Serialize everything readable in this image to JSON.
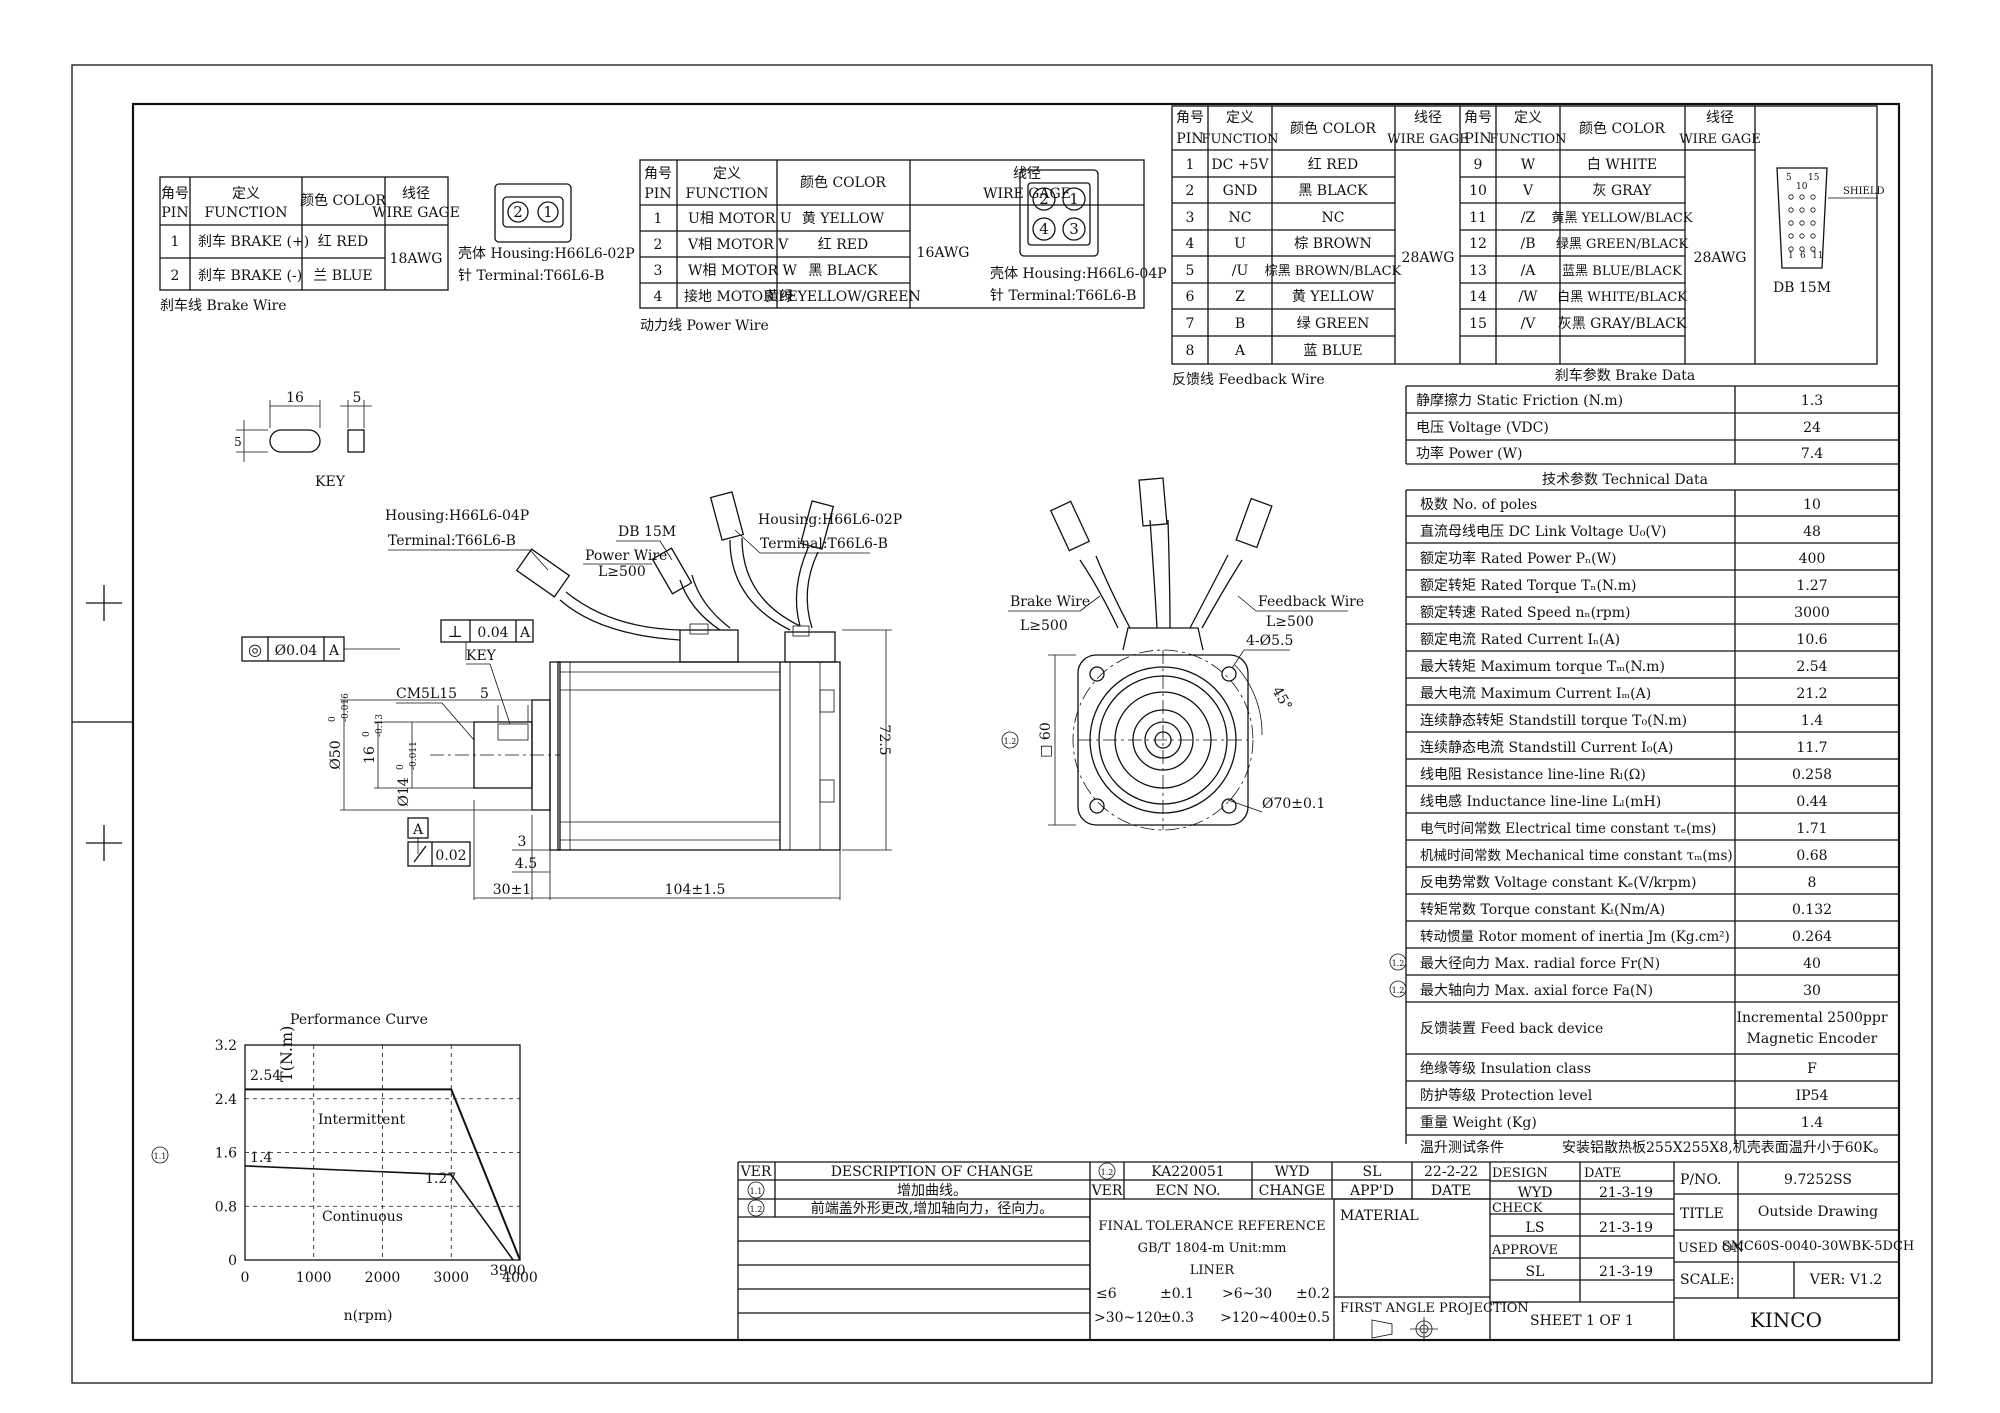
{
  "brake_wire": {
    "headers": [
      "角号",
      "PIN",
      "定义",
      "FUNCTION",
      "颜色 COLOR",
      "线径",
      "WIRE GAGE"
    ],
    "rows": [
      {
        "pin": "1",
        "func": "刹车 BRAKE (+)",
        "color": "红 RED"
      },
      {
        "pin": "2",
        "func": "刹车 BRAKE (-)",
        "color": "兰 BLUE"
      }
    ],
    "gage": "18AWG",
    "connector_pins": [
      "2",
      "1"
    ],
    "housing": "壳体 Housing:H66L6-02P",
    "terminal": "针 Terminal:T66L6-B",
    "caption": "刹车线 Brake Wire"
  },
  "power_wire": {
    "headers": [
      "角号",
      "PIN",
      "定义",
      "FUNCTION",
      "颜色 COLOR",
      "线径",
      "WIRE GAGE"
    ],
    "rows": [
      {
        "pin": "1",
        "func": "U相 MOTOR U",
        "color": "黄 YELLOW"
      },
      {
        "pin": "2",
        "func": "V相 MOTOR V",
        "color": "红 RED"
      },
      {
        "pin": "3",
        "func": "W相 MOTOR W",
        "color": "黑 BLACK"
      },
      {
        "pin": "4",
        "func": "接地 MOTOR PE",
        "color": "黄绿 YELLOW/GREEN"
      }
    ],
    "gage": "16AWG",
    "connector_pins": [
      "2",
      "1",
      "4",
      "3"
    ],
    "housing": "壳体 Housing:H66L6-04P",
    "terminal": "针 Terminal:T66L6-B",
    "caption": "动力线 Power Wire"
  },
  "feedback_wire": {
    "headers": [
      "角号",
      "PIN",
      "定义",
      "FUNCTION",
      "颜色 COLOR",
      "线径",
      "WIRE GAGE"
    ],
    "left_rows": [
      {
        "pin": "1",
        "func": "DC +5V",
        "color": "红 RED"
      },
      {
        "pin": "2",
        "func": "GND",
        "color": "黑 BLACK"
      },
      {
        "pin": "3",
        "func": "NC",
        "color": "NC"
      },
      {
        "pin": "4",
        "func": "U",
        "color": "棕 BROWN"
      },
      {
        "pin": "5",
        "func": "/U",
        "color": "棕黑 BROWN/BLACK"
      },
      {
        "pin": "6",
        "func": "Z",
        "color": "黄 YELLOW"
      },
      {
        "pin": "7",
        "func": "B",
        "color": "绿 GREEN"
      },
      {
        "pin": "8",
        "func": "A",
        "color": "蓝 BLUE"
      }
    ],
    "right_rows": [
      {
        "pin": "9",
        "func": "W",
        "color": "白 WHITE"
      },
      {
        "pin": "10",
        "func": "V",
        "color": "灰 GRAY"
      },
      {
        "pin": "11",
        "func": "/Z",
        "color": "黄黑 YELLOW/BLACK"
      },
      {
        "pin": "12",
        "func": "/B",
        "color": "绿黑 GREEN/BLACK"
      },
      {
        "pin": "13",
        "func": "/A",
        "color": "蓝黑 BLUE/BLACK"
      },
      {
        "pin": "14",
        "func": "/W",
        "color": "白黑 WHITE/BLACK"
      },
      {
        "pin": "15",
        "func": "/V",
        "color": "灰黑 GRAY/BLACK"
      }
    ],
    "gage": "28AWG",
    "connector_label": "DB 15M",
    "shield_label": "SHIELD",
    "pin_labels": [
      "5",
      "10",
      "15",
      "1",
      "6",
      "11"
    ],
    "caption": "反馈线 Feedback Wire"
  },
  "brake_data": {
    "title": "刹车参数  Brake Data",
    "rows": [
      {
        "label": "静摩擦力 Static Friction (N.m)",
        "value": "1.3"
      },
      {
        "label": "电压 Voltage (VDC)",
        "value": "24"
      },
      {
        "label": "功率 Power (W)",
        "value": "7.4"
      }
    ]
  },
  "technical_data": {
    "title": "技术参数 Technical Data",
    "rows": [
      {
        "label": "极数 No. of poles",
        "value": "10"
      },
      {
        "label": "直流母线电压 DC Link Voltage U₀(V)",
        "value": "48"
      },
      {
        "label": "额定功率 Rated Power   Pₙ(W)",
        "value": "400"
      },
      {
        "label": "额定转矩 Rated Torque  Tₙ(N.m)",
        "value": "1.27"
      },
      {
        "label": "额定转速 Rated Speed   nₙ(rpm)",
        "value": "3000"
      },
      {
        "label": "额定电流 Rated Current   Iₙ(A)",
        "value": "10.6"
      },
      {
        "label": "最大转矩 Maximum torque  Tₘ(N.m)",
        "value": "2.54"
      },
      {
        "label": "最大电流 Maximum Current   Iₘ(A)",
        "value": "21.2"
      },
      {
        "label": "连续静态转矩 Standstill torque  T₀(N.m)",
        "value": "1.4"
      },
      {
        "label": "连续静态电流 Standstill Current   I₀(A)",
        "value": "11.7"
      },
      {
        "label": "线电阻 Resistance line-line  Rₗ(Ω)",
        "value": "0.258"
      },
      {
        "label": "线电感 Inductance line-line  Lₗ(mH)",
        "value": "0.44"
      },
      {
        "label": "电气时间常数 Electrical time constant τₑ(ms)",
        "value": "1.71"
      },
      {
        "label": "机械时间常数 Mechanical time constant τₘ(ms)",
        "value": "0.68"
      },
      {
        "label": "反电势常数 Voltage constant Kₑ(V/krpm)",
        "value": "8"
      },
      {
        "label": "转矩常数   Torque  constant Kₜ(Nm/A)",
        "value": "0.132"
      },
      {
        "label": "转动惯量 Rotor moment of inertia Jm (Kg.cm²)",
        "value": "0.264"
      },
      {
        "label": "最大径向力 Max. radial force  Fr(N)",
        "value": "40"
      },
      {
        "label": "最大轴向力 Max. axial  force  Fa(N)",
        "value": "30"
      },
      {
        "label": "反馈装置 Feed back device",
        "value": "Incremental 2500ppr",
        "value2": "Magnetic Encoder"
      },
      {
        "label": "绝缘等级 Insulation class",
        "value": "F"
      },
      {
        "label": "防护等级 Protection level",
        "value": "IP54"
      },
      {
        "label": "重量 Weight (Kg)",
        "value": "1.4"
      }
    ],
    "temp_label": "温升测试条件",
    "temp_value": "安装铝散热板255X255X8,机壳表面温升小于60K。",
    "rev_mark": "1.2"
  },
  "key_view": {
    "label": "KEY",
    "dim_len": "16",
    "dim_w": "5",
    "dim_h": "5"
  },
  "side_view": {
    "housing04": "Housing:H66L6-04P",
    "terminal04": "Terminal:T66L6-B",
    "db15": "DB 15M",
    "power_wire": "Power Wire",
    "power_len": "L≥500",
    "housing02": "Housing:H66L6-02P",
    "terminal02": "Terminal:T66L6-B",
    "perp_sym": "⊥",
    "perp_val": "0.04",
    "perp_ref": "A",
    "conc_sym": "◎",
    "conc_val": "Ø0.04",
    "conc_ref": "A",
    "key": "KEY",
    "thread": "CM5L15",
    "key_w": "5",
    "dim_dia50": "Ø50",
    "dim_dia50_tol_a": "0",
    "dim_dia50_tol_b": "-0.016",
    "dim_16": "16",
    "dim_16_tol_a": "0",
    "dim_16_tol_b": "-0.13",
    "dim_dia14": "Ø14",
    "dim_dia14_tol_a": "0",
    "dim_dia14_tol_b": "-0.011",
    "datum": "A",
    "runout": "0.02",
    "dim_3": "3",
    "dim_45": "4.5",
    "dim_30": "30±1",
    "dim_104": "104±1.5",
    "dim_725": "72.5"
  },
  "front_view": {
    "brake_wire": "Brake Wire",
    "brake_len": "L≥500",
    "feedback_wire": "Feedback Wire",
    "feedback_len": "L≥500",
    "holes": "4-Ø5.5",
    "angle": "45°",
    "square": "□ 60",
    "pcd": "Ø70±0.1",
    "rev_mark": "1.2"
  },
  "performance_curve": {
    "title": "Performance Curve",
    "xlabel": "n(rpm)",
    "ylabel": "T(N.m)",
    "rev_mark": "1.1",
    "x_ticks": [
      "0",
      "1000",
      "2000",
      "3000",
      "4000"
    ],
    "y_ticks": [
      "0",
      "0.8",
      "1.6",
      "2.4",
      "3.2"
    ],
    "intermittent": "Intermittent",
    "continuous": "Continuous",
    "label_254": "2.54",
    "label_14": "1.4",
    "label_127": "1.27",
    "label_3900": "3900"
  },
  "chart_data": {
    "type": "line",
    "title": "Performance Curve",
    "xlabel": "n(rpm)",
    "ylabel": "T(N.m)",
    "xlim": [
      0,
      4000
    ],
    "ylim": [
      0,
      3.2
    ],
    "series": [
      {
        "x": [
          0,
          3000,
          4000
        ],
        "y": [
          2.54,
          2.54,
          0
        ]
      },
      {
        "x": [
          0,
          3000,
          3900
        ],
        "y": [
          1.4,
          1.27,
          0
        ]
      }
    ]
  },
  "revisions": {
    "header": [
      "VER",
      "DESCRIPTION OF CHANGE",
      "",
      "KA220051",
      "WYD",
      "SL",
      "22-2-22"
    ],
    "rows": [
      {
        "ver": "1.1",
        "desc": "增加曲线。"
      },
      {
        "ver": "1.2",
        "desc": "前端盖外形更改,增加轴向力，径向力。"
      }
    ],
    "sub_header": [
      "VER",
      "ECN NO.",
      "CHANGE",
      "APP'D",
      "DATE"
    ],
    "rev12": "1.2"
  },
  "title_block": {
    "tol_title": "FINAL TOLERANCE REFERENCE",
    "tol_std": "GB/T 1804-m Unit:mm",
    "tol_liner": "LINER",
    "tol_r1a": "≤6",
    "tol_r1b": "±0.1",
    "tol_r1c": ">6~30",
    "tol_r1d": "±0.2",
    "tol_r2a": ">30~120",
    "tol_r2b": "±0.3",
    "tol_r2c": ">120~400",
    "tol_r2d": "±0.5",
    "material": "MATERIAL",
    "projection": "FIRST ANGLE PROJECTION",
    "design": "DESIGN",
    "design_name": "WYD",
    "check": "CHECK",
    "check_name": "LS",
    "approve": "APPROVE",
    "approve_name": "SL",
    "date": "DATE",
    "date1": "21-3-19",
    "date2": "21-3-19",
    "date3": "21-3-19",
    "sheet": "SHEET  1  OF  1",
    "pno_label": "P/NO.",
    "pno": "9.7252SS",
    "title_label": "TITLE",
    "title": "Outside Drawing",
    "used_label": "USED ON",
    "used": "SMC60S-0040-30WBK-5DCH",
    "scale": "SCALE:",
    "ver": "VER: V1.2",
    "company": "KINCO"
  }
}
